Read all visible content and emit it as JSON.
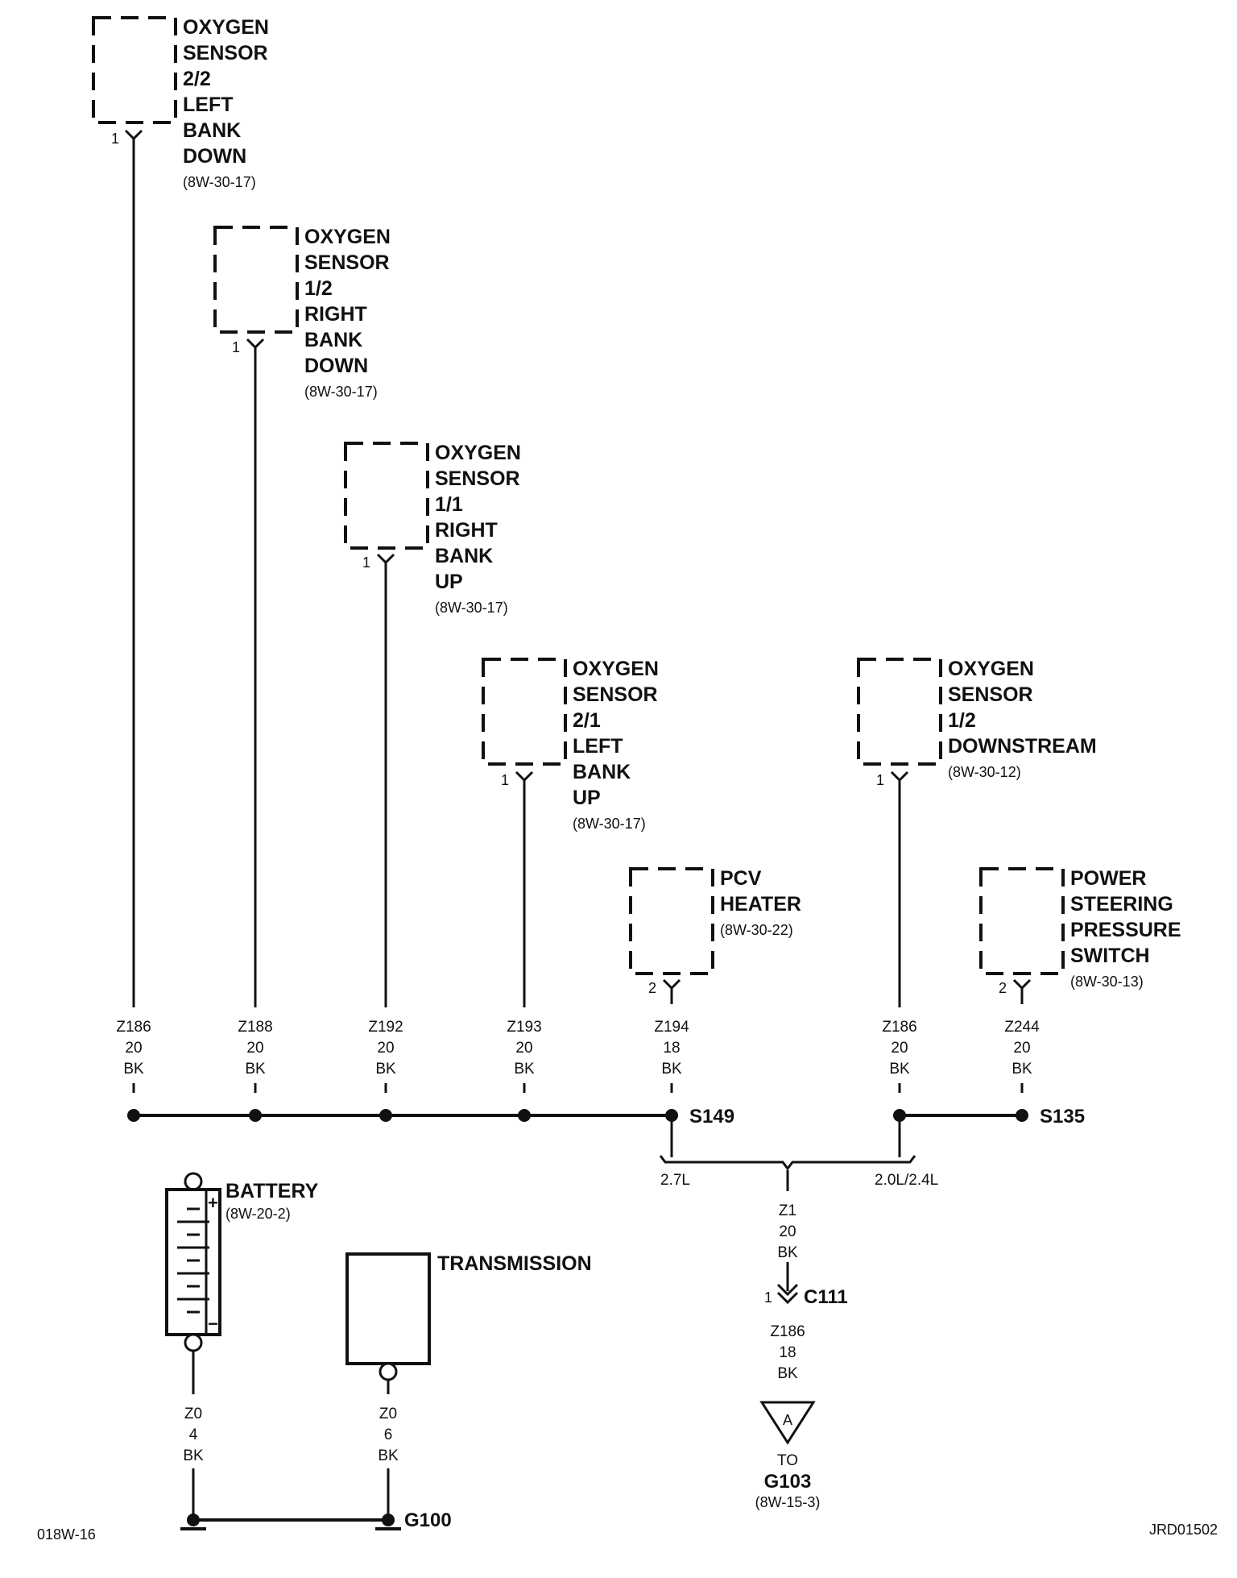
{
  "sensors": [
    {
      "id": "o2-2-2",
      "lines": [
        "OXYGEN",
        "SENSOR",
        "2/2",
        "LEFT",
        "BANK",
        "DOWN"
      ],
      "ref": "(8W-30-17)",
      "pin": "1",
      "wire": {
        "circuit": "Z186",
        "gauge": "20",
        "color": "BK"
      }
    },
    {
      "id": "o2-1-2-right",
      "lines": [
        "OXYGEN",
        "SENSOR",
        "1/2",
        "RIGHT",
        "BANK",
        "DOWN"
      ],
      "ref": "(8W-30-17)",
      "pin": "1",
      "wire": {
        "circuit": "Z188",
        "gauge": "20",
        "color": "BK"
      }
    },
    {
      "id": "o2-1-1",
      "lines": [
        "OXYGEN",
        "SENSOR",
        "1/1",
        "RIGHT",
        "BANK",
        "UP"
      ],
      "ref": "(8W-30-17)",
      "pin": "1",
      "wire": {
        "circuit": "Z192",
        "gauge": "20",
        "color": "BK"
      }
    },
    {
      "id": "o2-2-1",
      "lines": [
        "OXYGEN",
        "SENSOR",
        "2/1",
        "LEFT",
        "BANK",
        "UP"
      ],
      "ref": "(8W-30-17)",
      "pin": "1",
      "wire": {
        "circuit": "Z193",
        "gauge": "20",
        "color": "BK"
      }
    },
    {
      "id": "pcv",
      "lines": [
        "PCV",
        "HEATER"
      ],
      "ref": "(8W-30-22)",
      "pin": "2",
      "wire": {
        "circuit": "Z194",
        "gauge": "18",
        "color": "BK"
      }
    },
    {
      "id": "o2-1-2-down",
      "lines": [
        "OXYGEN",
        "SENSOR",
        "1/2",
        "DOWNSTREAM"
      ],
      "ref": "(8W-30-12)",
      "pin": "1",
      "wire": {
        "circuit": "Z186",
        "gauge": "20",
        "color": "BK"
      }
    },
    {
      "id": "ps",
      "lines": [
        "POWER",
        "STEERING",
        "PRESSURE",
        "SWITCH"
      ],
      "ref": "(8W-30-13)",
      "pin": "2",
      "wire": {
        "circuit": "Z244",
        "gauge": "20",
        "color": "BK"
      }
    }
  ],
  "splices": {
    "s149": "S149",
    "s135": "S135"
  },
  "branch": {
    "left": "2.7L",
    "right": "2.0L/2.4L"
  },
  "z1_wire": {
    "circuit": "Z1",
    "gauge": "20",
    "color": "BK"
  },
  "connector": {
    "pin": "1",
    "name": "C111"
  },
  "z186_wire": {
    "circuit": "Z186",
    "gauge": "18",
    "color": "BK"
  },
  "ground_g103": {
    "letter": "A",
    "to": "TO",
    "name": "G103",
    "ref": "(8W-15-3)"
  },
  "battery": {
    "label": "BATTERY",
    "ref": "(8W-20-2)",
    "plus": "+",
    "minus": "−",
    "wire": {
      "circuit": "Z0",
      "gauge": "4",
      "color": "BK"
    }
  },
  "transmission": {
    "label": "TRANSMISSION",
    "wire": {
      "circuit": "Z0",
      "gauge": "6",
      "color": "BK"
    }
  },
  "ground_g100": {
    "name": "G100"
  },
  "footer": {
    "left": "018W-16",
    "right": "JRD01502"
  }
}
